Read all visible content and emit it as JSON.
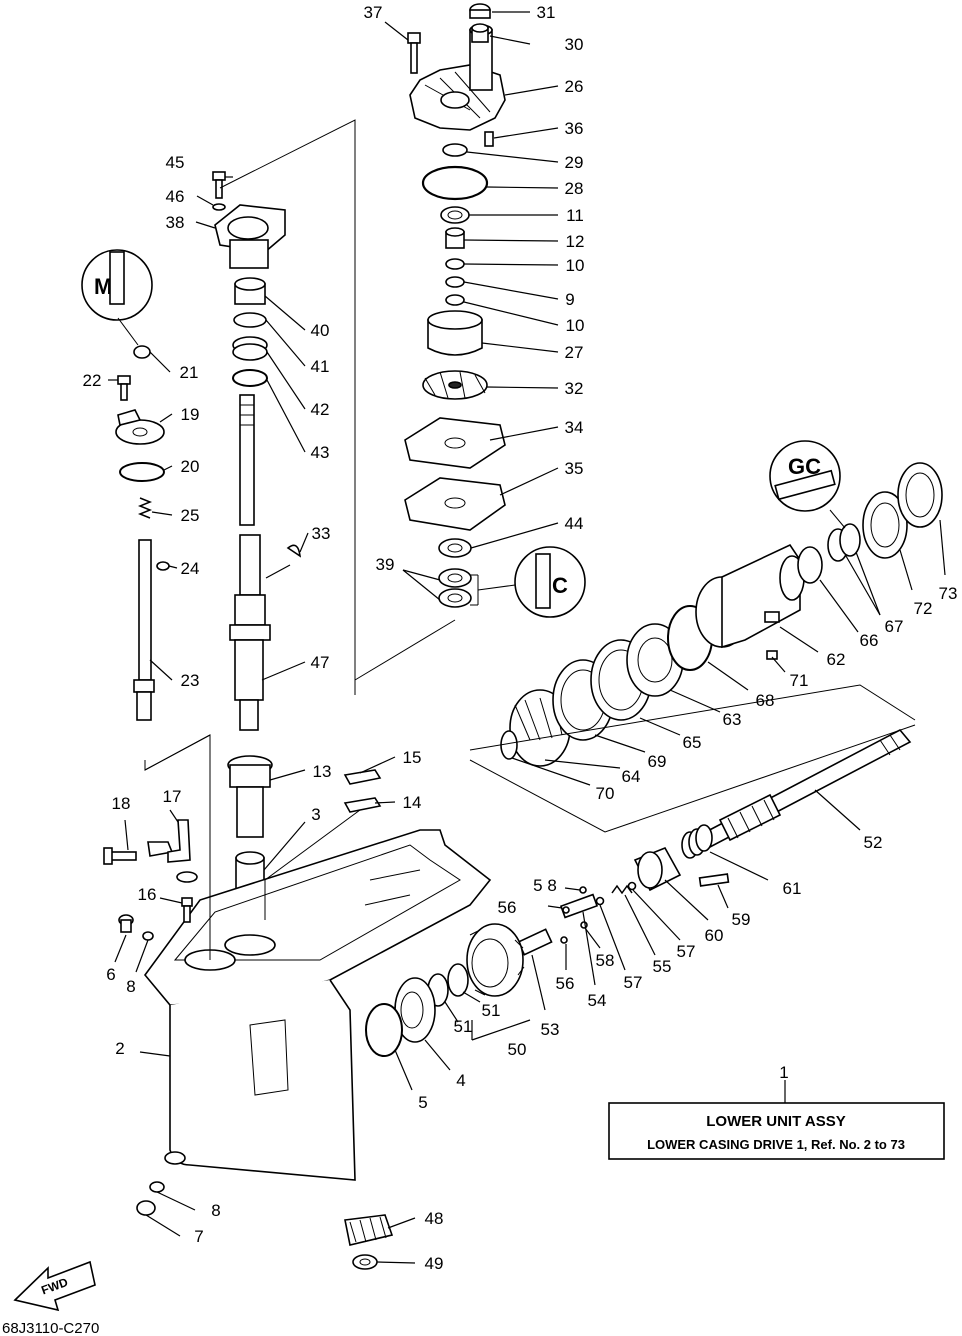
{
  "diagram": {
    "assembly_box": {
      "title": "LOWER UNIT ASSY",
      "subtitle": "LOWER CASING DRIVE 1,  Ref. No. 2 to 73"
    },
    "drawing_code": "68J3110-C270",
    "fwd_arrow": "FWD",
    "callouts": {
      "c1": "1",
      "c2": "2",
      "c3": "3",
      "c4": "4",
      "c5": "5",
      "c6": "6",
      "c7": "7",
      "c8a": "8",
      "c8b": "8",
      "c9": "9",
      "c10a": "10",
      "c10b": "10",
      "c11": "11",
      "c12": "12",
      "c13": "13",
      "c14": "14",
      "c15": "15",
      "c16": "16",
      "c17": "17",
      "c18": "18",
      "c19": "19",
      "c20": "20",
      "c21": "21",
      "c22": "22",
      "c23": "23",
      "c24": "24",
      "c25": "25",
      "c26": "26",
      "c27": "27",
      "c28": "28",
      "c29": "29",
      "c30": "30",
      "c31": "31",
      "c32": "32",
      "c33": "33",
      "c34": "34",
      "c35": "35",
      "c36": "36",
      "c37": "37",
      "c38": "38",
      "c39": "39",
      "c40": "40",
      "c41": "41",
      "c42": "42",
      "c43": "43",
      "c44": "44",
      "c45": "45",
      "c46": "46",
      "c47": "47",
      "c48": "48",
      "c49": "49",
      "c50": "50",
      "c51a": "51",
      "c51b": "51",
      "c52": "52",
      "c53": "53",
      "c54": "54",
      "c55": "55",
      "c56a": "56",
      "c56b": "56",
      "c57a": "57",
      "c57b": "57",
      "c58a": "5 8",
      "c58b": "58",
      "c59": "59",
      "c60": "60",
      "c61": "61",
      "c62": "62",
      "c63": "63",
      "c64": "64",
      "c65": "65",
      "c66": "66",
      "c67": "67",
      "c68": "68",
      "c69": "69",
      "c70": "70",
      "c71": "71",
      "c72": "72",
      "c73": "73"
    }
  }
}
